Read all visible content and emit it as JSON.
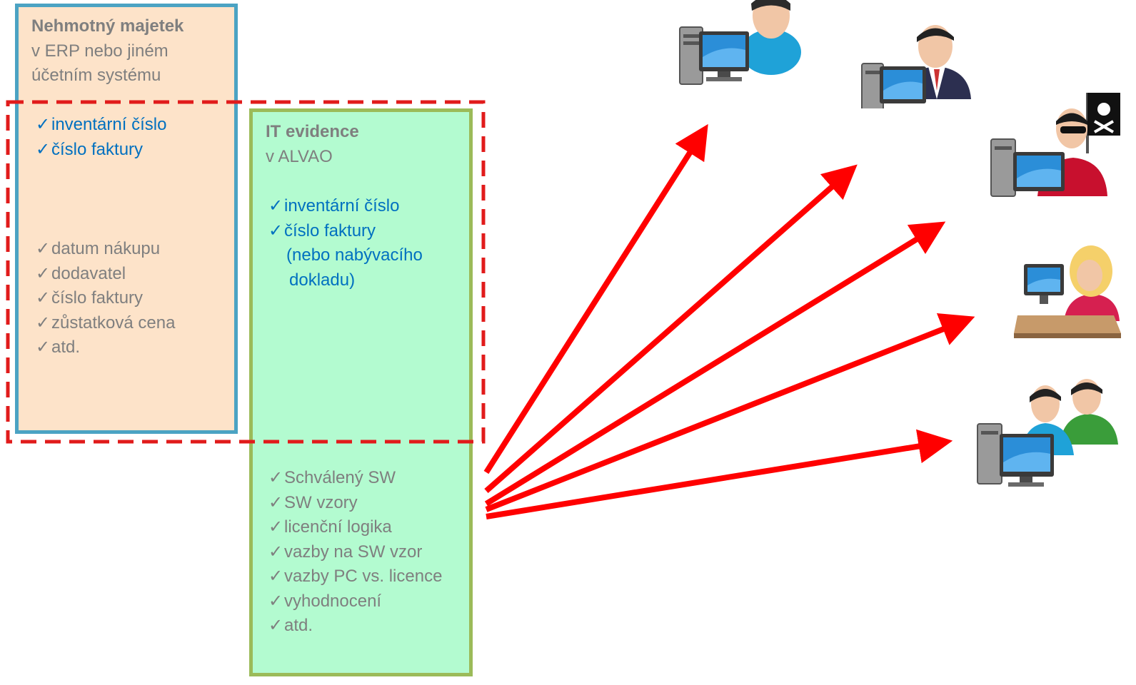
{
  "erp_box": {
    "title": "Nehmotný majetek",
    "subtitle_line1": "v ERP nebo jiném",
    "subtitle_line2": "účetním systému",
    "linked_items": [
      "inventární číslo",
      "číslo faktury"
    ],
    "other_items": [
      "datum nákupu",
      "dodavatel",
      "číslo faktury",
      "zůstatková cena",
      "atd."
    ]
  },
  "it_box": {
    "title": "IT evidence",
    "subtitle": "v ALVAO",
    "linked_items": [
      "inventární číslo",
      "číslo faktury"
    ],
    "linked_note_line1": "(nebo nabývacího",
    "linked_note_line2": "dokladu)",
    "other_items": [
      "Schválený SW",
      "SW vzory",
      "licenční logika",
      "vazby na SW vzor",
      "vazby PC vs. licence",
      "vyhodnocení",
      "atd."
    ]
  },
  "check_symbol": "✓",
  "users": [
    {
      "icon": "pc-user-blue-icon"
    },
    {
      "icon": "pc-user-suit-icon"
    },
    {
      "icon": "pc-user-pirate-icon"
    },
    {
      "icon": "desk-user-blonde-icon"
    },
    {
      "icon": "pc-user-group-icon"
    }
  ],
  "colors": {
    "erp_fill": "#fde3c9",
    "erp_border": "#4ba3c3",
    "it_fill": "#b3fbd0",
    "it_border": "#9bbb59",
    "dashed": "#e11b1b",
    "arrow": "#ff0000",
    "linked_text": "#0070c0",
    "text": "#7f7f7f"
  }
}
